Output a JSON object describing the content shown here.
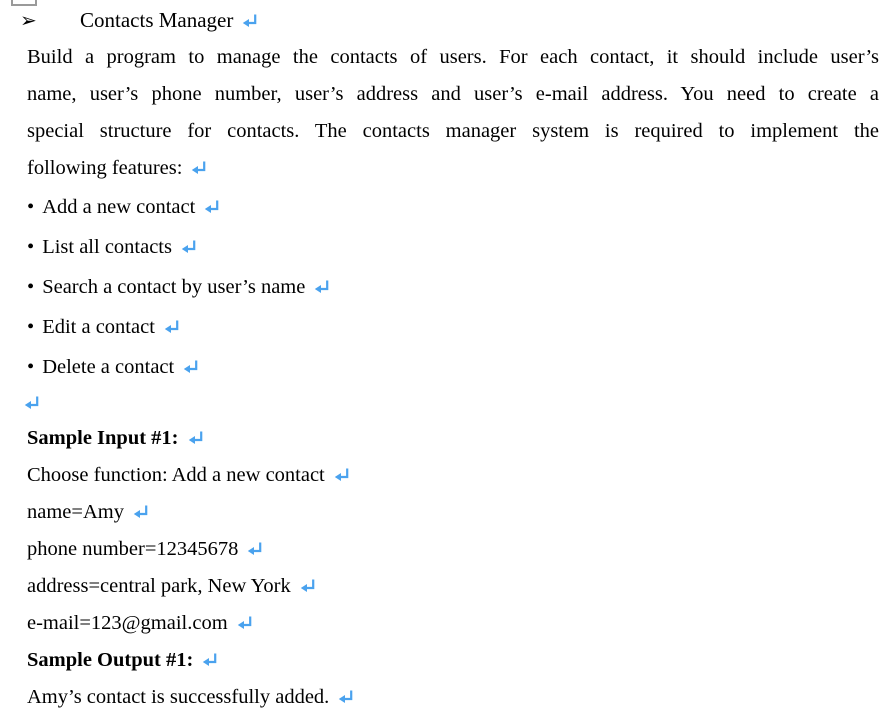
{
  "page": {
    "background": "#ffffff",
    "text_color": "#000000",
    "return_mark_color": "#4aa2ee",
    "clipped_box_border_color": "#9a9a9a"
  },
  "heading": {
    "arrow_icon": "➢",
    "title": "Contacts Manager"
  },
  "intro": {
    "lines": [
      "Build a program to manage the contacts of users. For each contact, it should include user’s",
      "name, user’s phone number, user’s address and user’s e-mail address. You need to create a",
      "special structure for contacts. The contacts manager system is required to implement the",
      "following features:"
    ]
  },
  "features": {
    "marker": "•",
    "items": [
      "Add a new contact",
      "List all contacts",
      "Search a contact by user’s name",
      "Edit a contact",
      "Delete a contact"
    ]
  },
  "sample_input": {
    "label": "Sample Input #1:",
    "lines": [
      "Choose function: Add a new contact",
      "name=Amy",
      "phone number=12345678",
      "address=central park, New York",
      "e-mail=123@gmail.com"
    ]
  },
  "sample_output": {
    "label": "Sample Output #1:",
    "lines": [
      "Amy’s contact is successfully added."
    ]
  }
}
